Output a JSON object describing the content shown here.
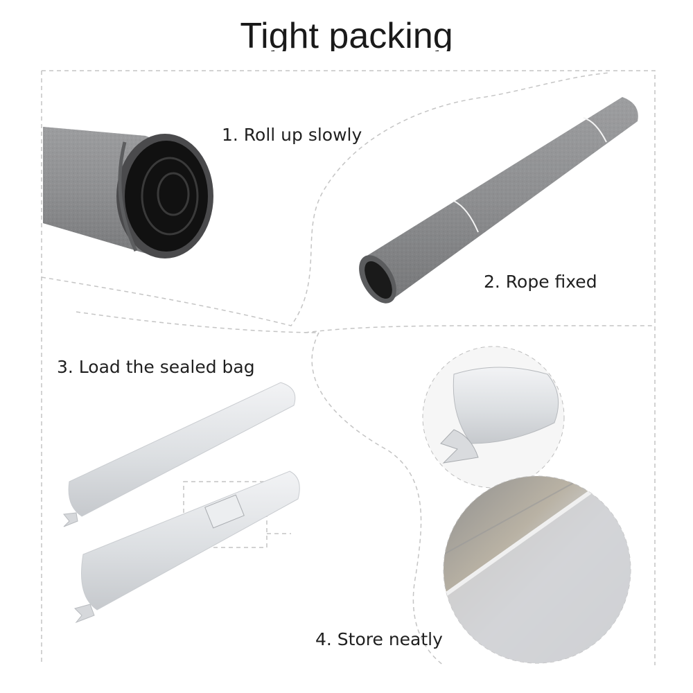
{
  "title": "Tight packing",
  "steps": [
    {
      "label": "1. Roll up slowly"
    },
    {
      "label": "2. Rope fixed"
    },
    {
      "label": "3. Load the sealed bag"
    },
    {
      "label": "4. Store neatly"
    }
  ],
  "colors": {
    "felt": "#8f9092",
    "felt_dark": "#6f7072",
    "roll_core": "#111111",
    "bag": "#e3e5e8",
    "guide_line": "#bdbdbd"
  }
}
